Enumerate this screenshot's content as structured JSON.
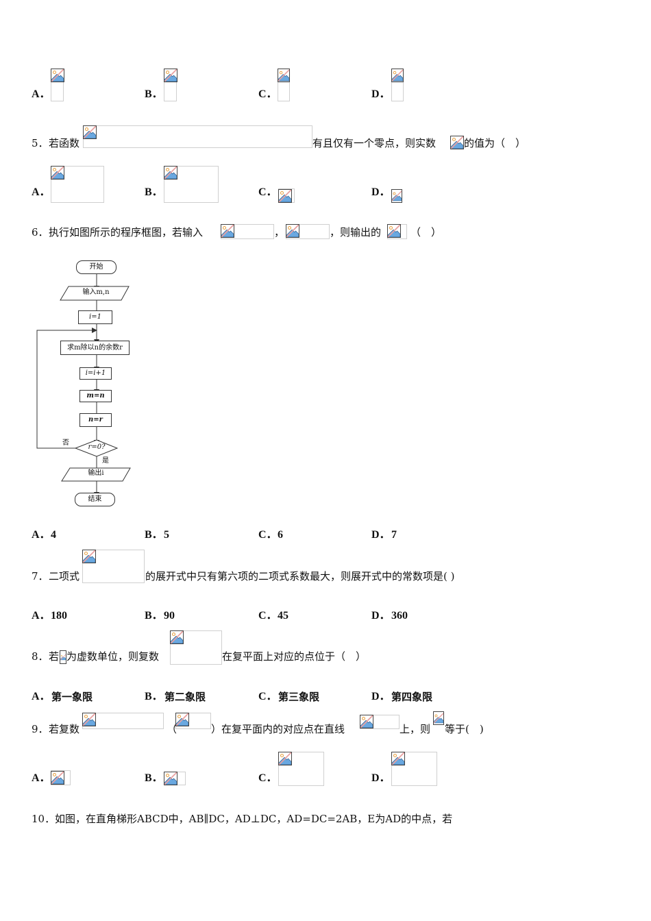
{
  "q4": {
    "options": [
      {
        "label": "A．",
        "image": "broken-image"
      },
      {
        "label": "B．",
        "image": "broken-image"
      },
      {
        "label": "C．",
        "image": "broken-image"
      },
      {
        "label": "D．",
        "image": "broken-image"
      }
    ]
  },
  "q5": {
    "number": "5．",
    "text_parts": [
      "若函数",
      "有且仅有一个零点，则实数",
      "的值为（　）"
    ],
    "options": [
      {
        "label": "A．"
      },
      {
        "label": "B．"
      },
      {
        "label": "C．"
      },
      {
        "label": "D．"
      }
    ]
  },
  "q6": {
    "number": "6．",
    "text_parts": [
      "执行如图所示的程序框图，若输入",
      "，",
      "，则输出的",
      "（　）"
    ],
    "flowchart": {
      "start": "开始",
      "input": "输入m,n",
      "init": "i=1",
      "remainder": "求m除以n的余数r",
      "increment": "i=i+1",
      "assign_m": "m=n",
      "assign_n": "n=r",
      "condition": "r=0?",
      "no_label": "否",
      "yes_label": "是",
      "output": "输出i",
      "end": "结束"
    },
    "options": [
      {
        "label": "A．",
        "value": "4"
      },
      {
        "label": "B．",
        "value": "5"
      },
      {
        "label": "C．",
        "value": "6"
      },
      {
        "label": "D．",
        "value": "7"
      }
    ]
  },
  "q7": {
    "number": "7．",
    "text_parts": [
      "二项式",
      "的展开式中只有第六项的二项式系数最大，则展开式中的常数项是( )"
    ],
    "options": [
      {
        "label": "A．",
        "value": "180"
      },
      {
        "label": "B．",
        "value": "90"
      },
      {
        "label": "C．",
        "value": "45"
      },
      {
        "label": "D．",
        "value": "360"
      }
    ]
  },
  "q8": {
    "number": "8．",
    "text_parts": [
      "若",
      "为虚数单位，则复数",
      "在复平面上对应的点位于（　）"
    ],
    "options": [
      {
        "label": "A．",
        "value": "第一象限"
      },
      {
        "label": "B．",
        "value": "第二象限"
      },
      {
        "label": "C．",
        "value": "第三象限"
      },
      {
        "label": "D．",
        "value": "第四象限"
      }
    ]
  },
  "q9": {
    "number": "9．",
    "text_parts": [
      "若复数",
      "（",
      "）在复平面内的对应点在直线",
      "上，则",
      "等于(　)"
    ],
    "options": [
      {
        "label": "A．"
      },
      {
        "label": "B．"
      },
      {
        "label": "C．"
      },
      {
        "label": "D．"
      }
    ]
  },
  "q10": {
    "number": "10．",
    "text": "如图，在直角梯形ABCD中，AB∥DC，AD⊥DC，AD=DC=2AB，E为AD的中点，若"
  }
}
